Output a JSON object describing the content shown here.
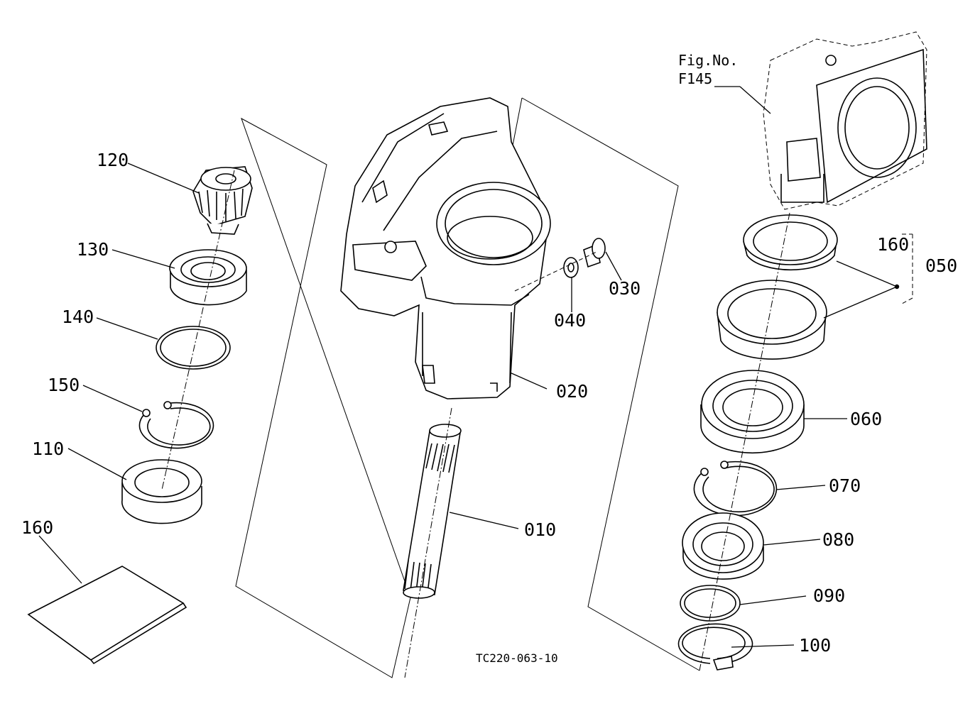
{
  "figure": {
    "code": "TC220-063-10",
    "reference": {
      "line1": "Fig.No.",
      "line2": "F145"
    }
  },
  "callouts": [
    {
      "id": "c010",
      "label": "010"
    },
    {
      "id": "c020",
      "label": "020"
    },
    {
      "id": "c030",
      "label": "030"
    },
    {
      "id": "c040",
      "label": "040"
    },
    {
      "id": "c050",
      "label": "050"
    },
    {
      "id": "c060",
      "label": "060"
    },
    {
      "id": "c070",
      "label": "070"
    },
    {
      "id": "c080",
      "label": "080"
    },
    {
      "id": "c090",
      "label": "090"
    },
    {
      "id": "c100",
      "label": "100"
    },
    {
      "id": "c110",
      "label": "110"
    },
    {
      "id": "c120",
      "label": "120"
    },
    {
      "id": "c130",
      "label": "130"
    },
    {
      "id": "c140",
      "label": "140"
    },
    {
      "id": "c150",
      "label": "150"
    },
    {
      "id": "c160a",
      "label": "160"
    },
    {
      "id": "c160b",
      "label": "160"
    }
  ]
}
